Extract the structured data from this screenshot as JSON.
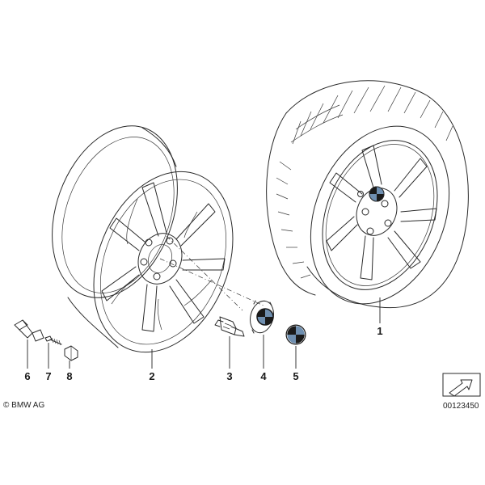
{
  "callouts": {
    "p1": "1",
    "p2": "2",
    "p3": "3",
    "p4": "4",
    "p5": "5",
    "p6": "6",
    "p7": "7",
    "p8": "8"
  },
  "copyright": "© BMW AG",
  "diagram_id": "00123450",
  "icons": {
    "complete_wheel": "complete-wheel-icon",
    "rim": "light-alloy-rim-icon",
    "bolt": "wheel-bolt-icon",
    "hub_cap": "hub-cap-icon",
    "emblem": "emblem-icon",
    "valve": "valve-icon",
    "direction": "direction-arrow-icon"
  },
  "colors": {
    "line": "#2a2a2a",
    "emblem_dark": "#1a1a1a",
    "emblem_blue": "#6f8fb0"
  }
}
